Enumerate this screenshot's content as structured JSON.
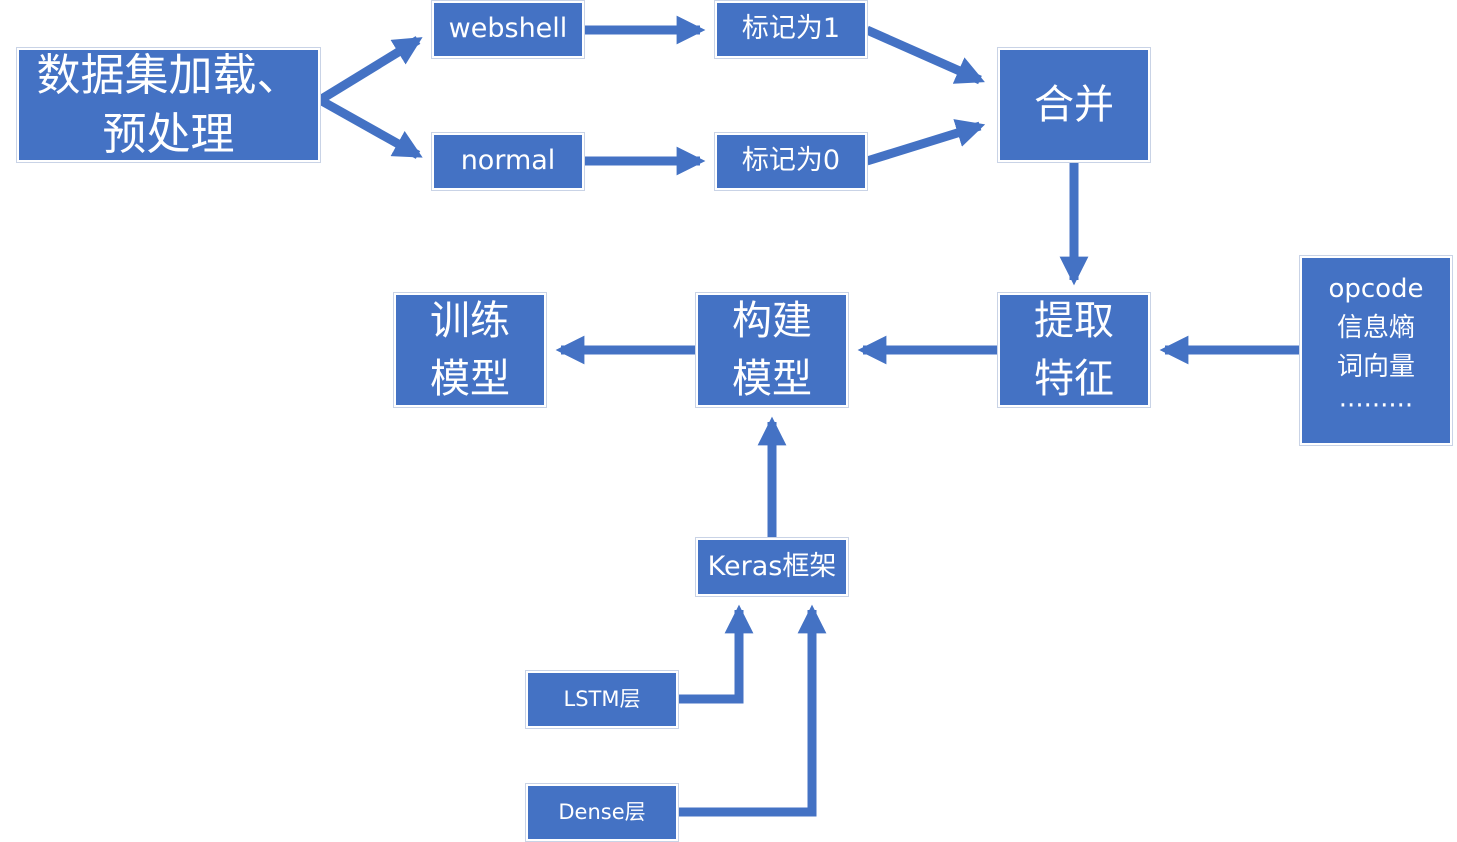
{
  "diagram": {
    "nodes": {
      "load": "数据集加载、\n预处理",
      "webshell": "webshell",
      "normal": "normal",
      "label1": "标记为1",
      "label0": "标记为0",
      "merge": "合并",
      "features": "提取\n特征",
      "build": "构建\n模型",
      "train": "训练\n模型",
      "sources": "opcode\n信息熵\n词向量\n·········",
      "keras": "Keras框架",
      "lstm": "LSTM层",
      "dense": "Dense层"
    },
    "edges": [
      {
        "from": "load",
        "to": "webshell"
      },
      {
        "from": "load",
        "to": "normal"
      },
      {
        "from": "webshell",
        "to": "label1"
      },
      {
        "from": "normal",
        "to": "label0"
      },
      {
        "from": "label1",
        "to": "merge"
      },
      {
        "from": "label0",
        "to": "merge"
      },
      {
        "from": "merge",
        "to": "features"
      },
      {
        "from": "sources",
        "to": "features"
      },
      {
        "from": "features",
        "to": "build"
      },
      {
        "from": "build",
        "to": "train"
      },
      {
        "from": "keras",
        "to": "build"
      },
      {
        "from": "lstm",
        "to": "keras"
      },
      {
        "from": "dense",
        "to": "keras"
      }
    ],
    "colors": {
      "node_fill": "#4472c4",
      "node_border": "#ffffff",
      "arrow": "#4472c4",
      "text": "#ffffff"
    }
  }
}
